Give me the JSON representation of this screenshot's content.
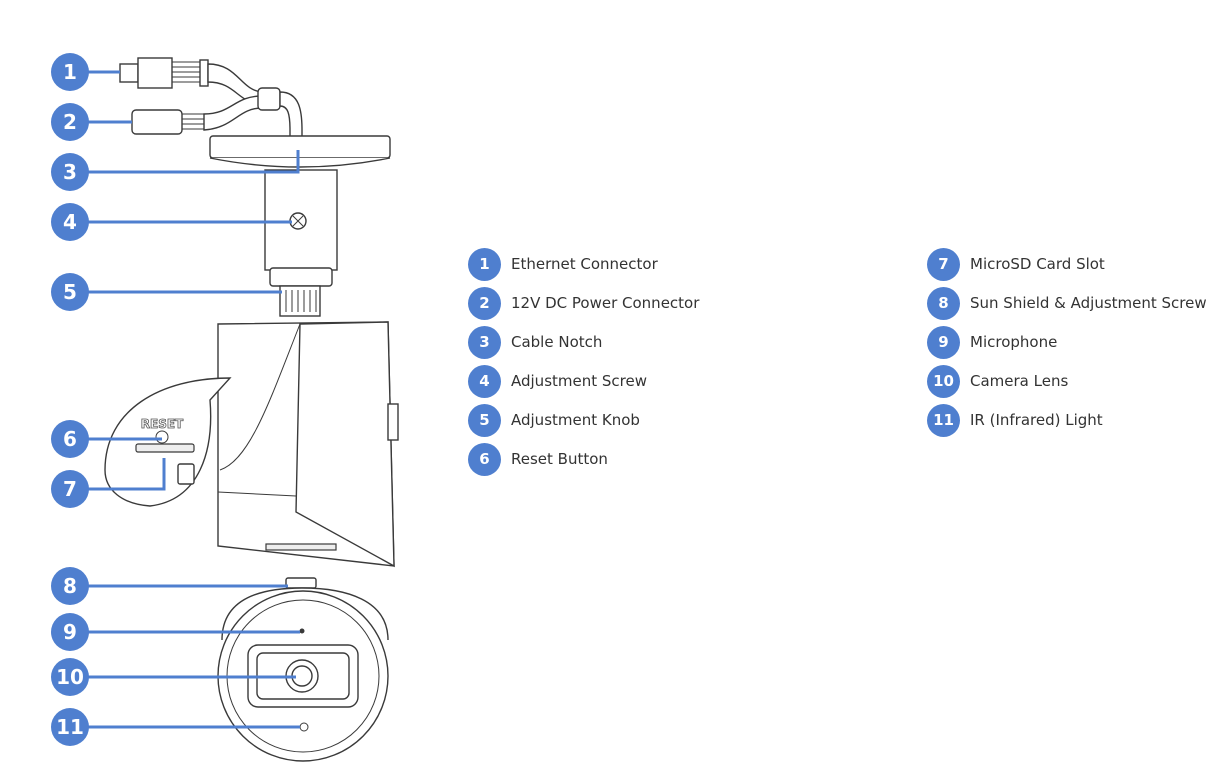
{
  "diagram": {
    "reset_label": "RESET",
    "callouts": [
      "1",
      "2",
      "3",
      "4",
      "5",
      "6",
      "7",
      "8",
      "9",
      "10",
      "11"
    ]
  },
  "legend": {
    "left": [
      {
        "num": "1",
        "label": "Ethernet Connector"
      },
      {
        "num": "2",
        "label": "12V DC Power Connector"
      },
      {
        "num": "3",
        "label": "Cable Notch"
      },
      {
        "num": "4",
        "label": "Adjustment Screw"
      },
      {
        "num": "5",
        "label": "Adjustment Knob"
      },
      {
        "num": "6",
        "label": "Reset Button"
      }
    ],
    "right": [
      {
        "num": "7",
        "label": "MicroSD Card Slot"
      },
      {
        "num": "8",
        "label": "Sun Shield & Adjustment Screw"
      },
      {
        "num": "9",
        "label": "Microphone"
      },
      {
        "num": "10",
        "label": "Camera Lens"
      },
      {
        "num": "11",
        "label": "IR (Infrared) Light"
      }
    ]
  },
  "colors": {
    "accent": "#4f7fcf",
    "line_art": "#3a3a3a",
    "text": "#333333"
  }
}
